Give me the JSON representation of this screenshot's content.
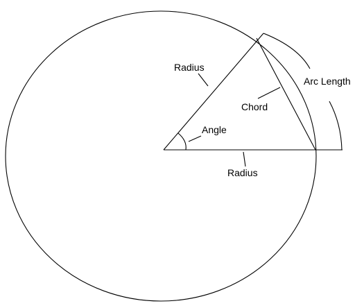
{
  "diagram": {
    "labels": {
      "radius_upper": "Radius",
      "radius_lower": "Radius",
      "chord": "Chord",
      "angle": "Angle",
      "arc_length": "Arc Length"
    },
    "colors": {
      "stroke": "#000000",
      "background": "#ffffff"
    }
  }
}
